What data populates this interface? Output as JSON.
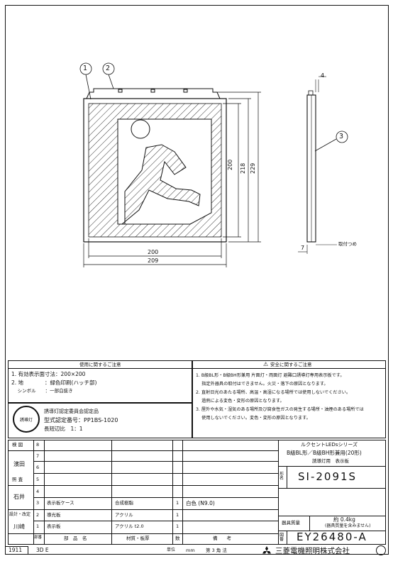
{
  "drawing": {
    "callout_1": "1",
    "callout_2": "2",
    "callout_3": "3",
    "dim_200_w": "200",
    "dim_209": "209",
    "dim_200_h": "200",
    "dim_218": "218",
    "dim_229": "229",
    "dim_4": "4",
    "dim_7": "7",
    "clip_label": "取付つめ"
  },
  "usage_notes": {
    "header": "使用に関するご注意",
    "line1": "1. 有効表示面寸法：200×200",
    "line2": "2. 地　　　　：緑色印刷(ハッチ部)",
    "line3": "　 シンボル　　：一部白抜き"
  },
  "safety_notes": {
    "header": "安全に関するご注意",
    "line1": "1. B級BL形・B級BH形兼用 片面灯・両面灯 避難口誘導灯専用表示板です。",
    "line2": "　 指定外器具の取付はできません。火災・落下の原因となります。",
    "line3": "2. 直射日光のあたる場所、高温・高湿になる場所では使用しないでください。",
    "line4": "　 過熱による変色・変形の原因となります。",
    "line5": "3. 屋外や水気・湿気のある場所及び腐食性ガスの発生する場所・油煙のある場所では",
    "line6": "　 使用しないでください。変色・変形の原因となります。"
  },
  "certification": {
    "seal_text": "誘導灯",
    "line1": "誘導灯認定委員会認定品",
    "line2": "型式認定番号：PP1BS-1020",
    "line3": "長短辺比　1：1"
  },
  "revision": {
    "検図": "検 図",
    "row8": "8",
    "row7": "7",
    "person1": "濱田",
    "row6": "6",
    "照査": "照 査",
    "row5": "5",
    "row4": "4",
    "person2": "石井",
    "設計改定": "設計・改定",
    "row3": "3",
    "row2": "2",
    "person3": "川崎",
    "row1": "1",
    "部番": "部番"
  },
  "parts": [
    {
      "no": "3",
      "name": "表示板ケース",
      "material": "合成樹脂",
      "qty": "1",
      "note": "白色 (N9.0)"
    },
    {
      "no": "2",
      "name": "導光板",
      "material": "アクリル",
      "qty": "1",
      "note": ""
    },
    {
      "no": "1",
      "name": "表示板",
      "material": "アクリル t2.0",
      "qty": "1",
      "note": ""
    }
  ],
  "parts_header": {
    "name": "部　品　名",
    "material": "材質・板厚",
    "qty": "数",
    "note": "備　　考"
  },
  "title_block": {
    "series": "ルクセントLEDsシリーズ",
    "type_line": "B級BL形／B級BH形兼用(20形)",
    "sub": "誘導灯用　表示板",
    "kata_label": "形名",
    "model": "SI-2091S",
    "weight_label": "器具質量",
    "weight": "約 0.4kg",
    "weight_note": "(器具質量を含みません)",
    "num_label": "図番",
    "drawing_no": "EY26480-A"
  },
  "footer": {
    "code": "1911",
    "view": "3D E",
    "unit_label": "単位",
    "unit": "mm",
    "angle": "第 3 角 法",
    "company": "三菱電機照明株式会社"
  }
}
